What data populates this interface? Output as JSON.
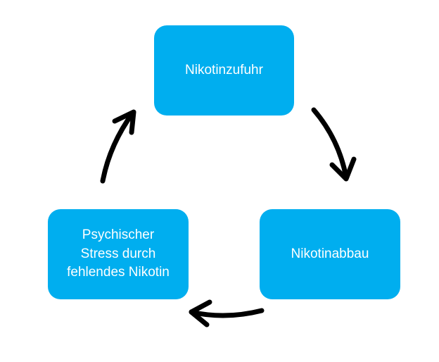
{
  "diagram": {
    "accent_color": "#00aeef",
    "arrow_color": "#000000",
    "nodes": {
      "top": {
        "label": "Nikotinzufuhr"
      },
      "right": {
        "label": "Nikotinabbau"
      },
      "left": {
        "label": "Psychischer\nStress durch\nfehlendes Nikotin"
      }
    }
  }
}
